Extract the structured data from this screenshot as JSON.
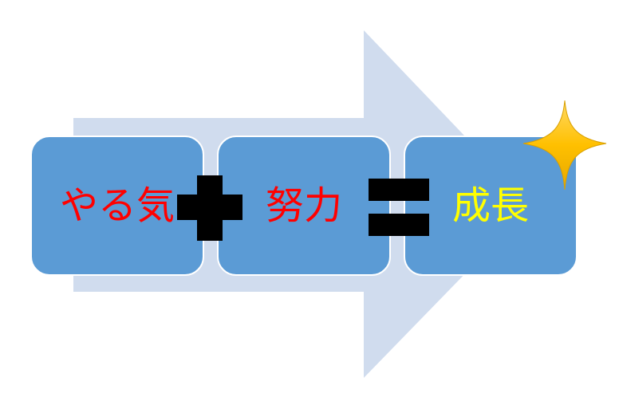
{
  "diagram": {
    "steps": [
      {
        "label": "やる気"
      },
      {
        "label": "努力"
      },
      {
        "label": "成長"
      }
    ],
    "operators": [
      "plus",
      "equals"
    ],
    "icons": {
      "operator_1": "plus-icon",
      "operator_2": "equals-icon",
      "decoration": "sparkle-star-icon"
    },
    "colors": {
      "arrow": "#d0dcee",
      "box_fill": "#5b9bd5",
      "box_border": "#ffffff",
      "step_text_1": "#ff0000",
      "step_text_2": "#ff0000",
      "step_text_3": "#ffff00",
      "operator": "#000000",
      "sparkle": "#ffc000"
    }
  }
}
